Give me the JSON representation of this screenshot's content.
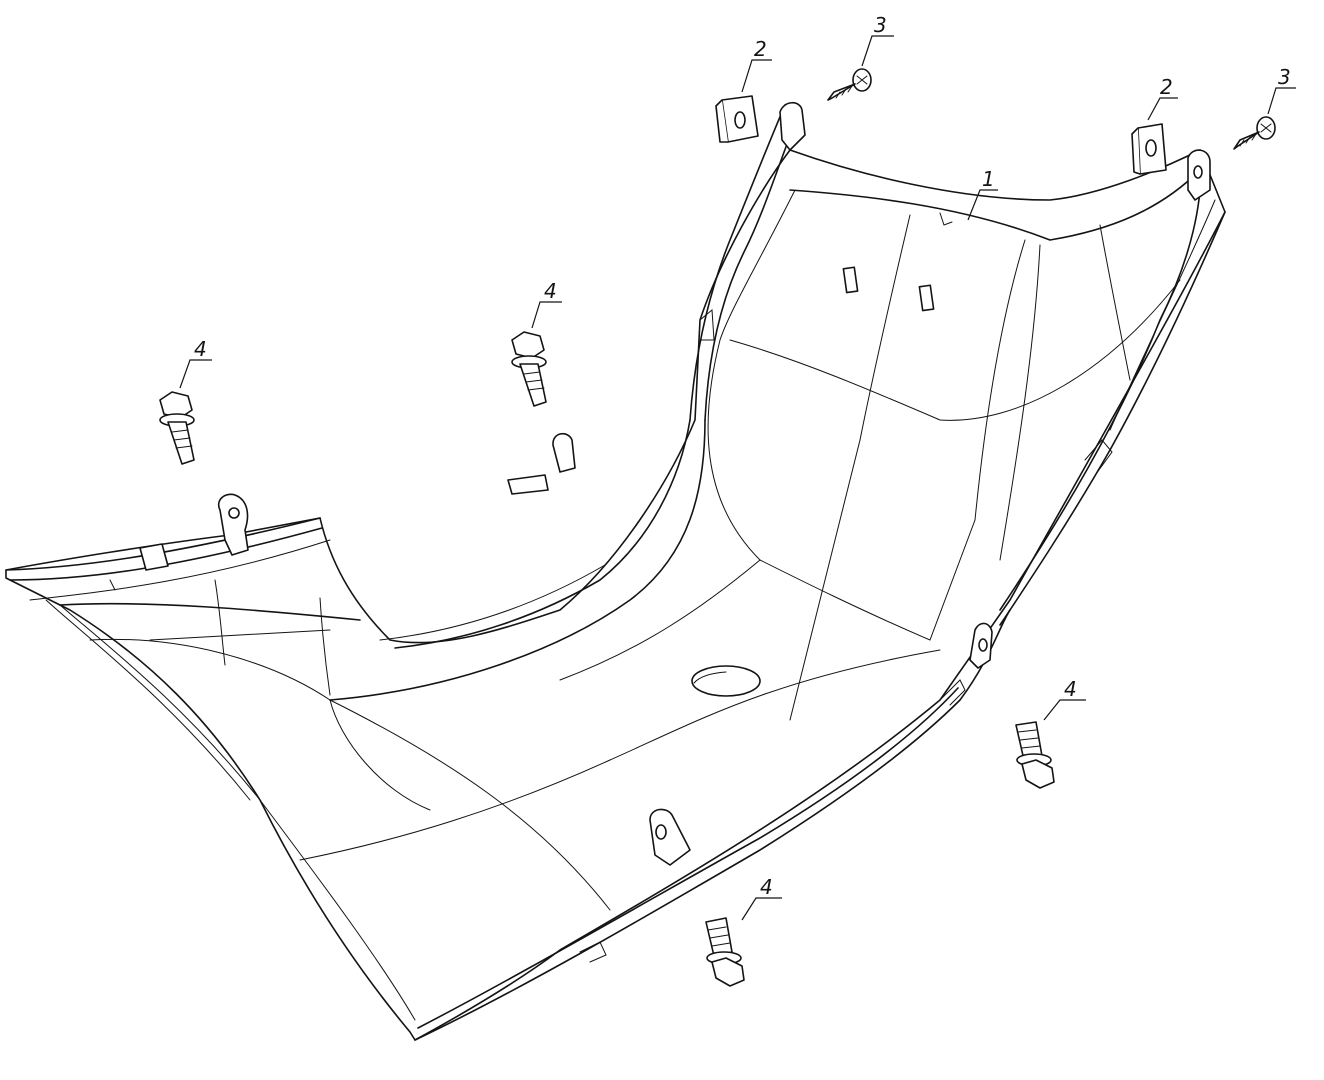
{
  "diagram": {
    "type": "exploded-parts-view",
    "line_color": "#141414",
    "background": "#ffffff",
    "callouts": [
      {
        "id": "c-1",
        "label": "1",
        "part": "floor-panel"
      },
      {
        "id": "c-2a",
        "label": "2",
        "part": "clip-nut"
      },
      {
        "id": "c-2b",
        "label": "2",
        "part": "clip-nut"
      },
      {
        "id": "c-3a",
        "label": "3",
        "part": "tapping-screw"
      },
      {
        "id": "c-3b",
        "label": "3",
        "part": "tapping-screw"
      },
      {
        "id": "c-4a",
        "label": "4",
        "part": "flange-bolt"
      },
      {
        "id": "c-4b",
        "label": "4",
        "part": "flange-bolt"
      },
      {
        "id": "c-4c",
        "label": "4",
        "part": "flange-bolt"
      },
      {
        "id": "c-4d",
        "label": "4",
        "part": "flange-bolt"
      }
    ]
  }
}
